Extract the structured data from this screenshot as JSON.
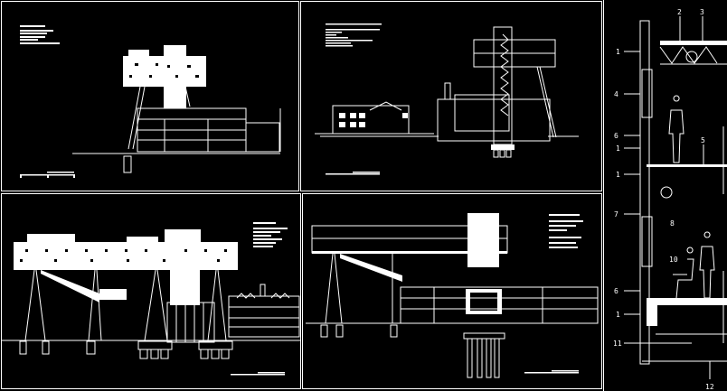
{
  "drawing": {
    "panels": [
      {
        "id": "elevation-northwest"
      },
      {
        "id": "elevation-southwest"
      },
      {
        "id": "elevation-long"
      },
      {
        "id": "section-long"
      },
      {
        "id": "wall-section-detail"
      }
    ],
    "detail_callouts": [
      "2",
      "3",
      "1",
      "4",
      "6",
      "1",
      "5",
      "1",
      "7",
      "8",
      "10",
      "6",
      "1",
      "11",
      "12"
    ],
    "colors": {
      "background": "#000000",
      "lines": "#ffffff"
    }
  }
}
